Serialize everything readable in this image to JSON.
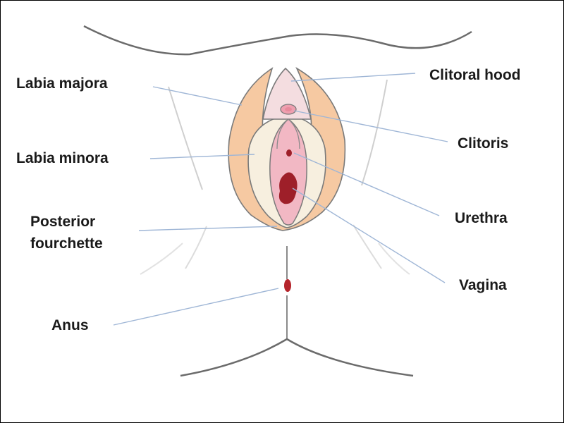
{
  "labels": {
    "labia_majora": "Labia majora",
    "labia_minora": "Labia minora",
    "posterior_fourchette_line1": "Posterior",
    "posterior_fourchette_line2": "fourchette",
    "anus": "Anus",
    "clitoral_hood": "Clitoral hood",
    "clitoris": "Clitoris",
    "urethra": "Urethra",
    "vagina": "Vagina"
  },
  "colors": {
    "outline": "#666666",
    "leader_line": "#9fb6d6",
    "labia_majora_fill": "#f6c9a2",
    "labia_minora_fill": "#f7efdf",
    "clitoral_hood_fill": "#f4dde0",
    "inner_fill": "#f2b8c4",
    "clitoris_fill": "#ee9faf",
    "vaginal_opening_fill": "#9e1f29",
    "anus_fill": "#b5252c"
  }
}
